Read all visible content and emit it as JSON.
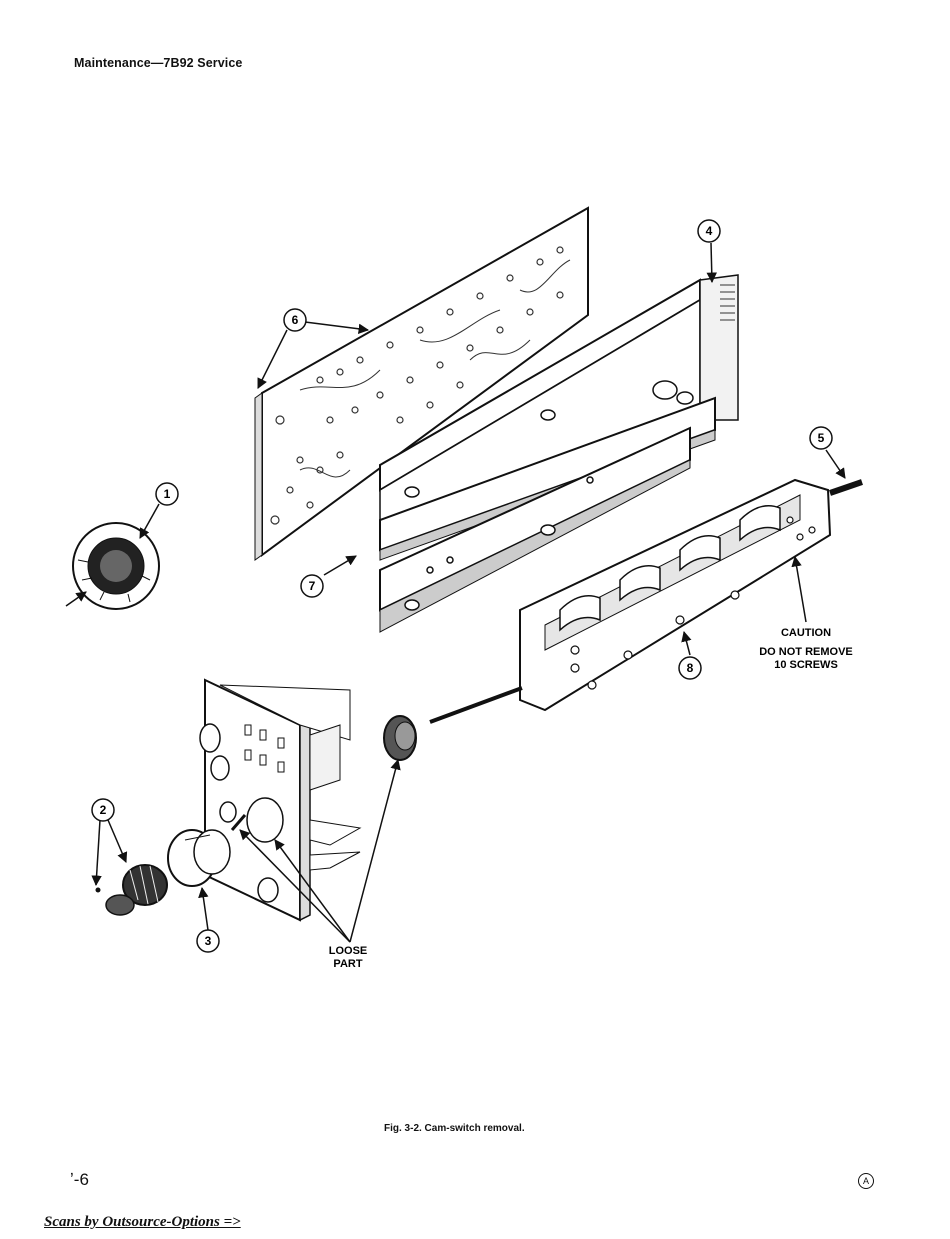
{
  "header": {
    "title": "Maintenance—7B92 Service"
  },
  "callouts": {
    "c1": "1",
    "c2": "2",
    "c3": "3",
    "c4": "4",
    "c5": "5",
    "c6": "6",
    "c7": "7",
    "c8": "8"
  },
  "labels": {
    "caution": "CAUTION",
    "do_not_remove": "DO NOT REMOVE",
    "ten_screws": "10 SCREWS",
    "loose": "LOOSE",
    "part": "PART"
  },
  "caption": "Fig. 3-2.  Cam-switch removal.",
  "footer": {
    "page_number": "ʼ-6",
    "revision_mark": "A",
    "scans_credit": "Scans by Outsource-Options =>"
  }
}
